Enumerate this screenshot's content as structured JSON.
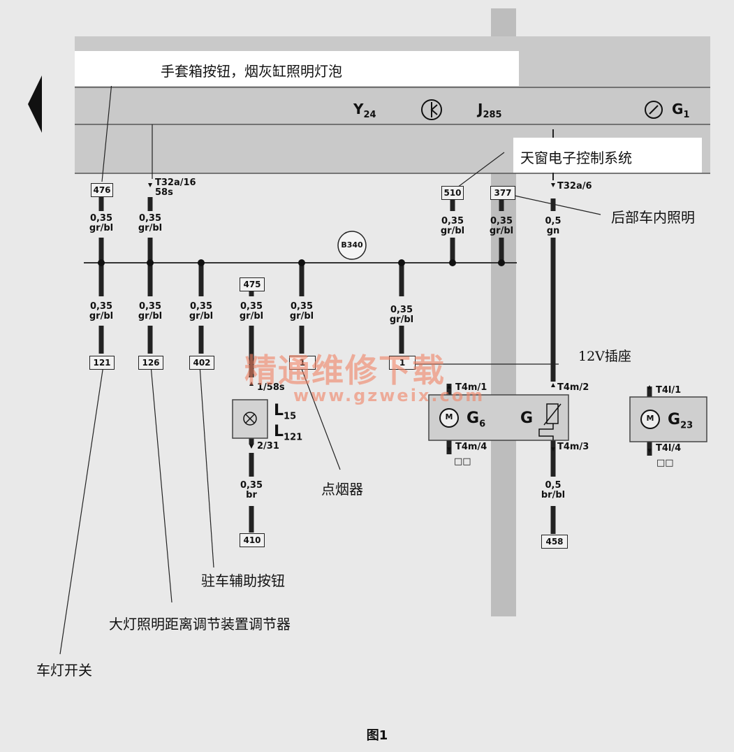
{
  "callouts": {
    "glovebox": "手套箱按钮，烟灰缸照明灯泡",
    "sunroof": "天窗电子控制系统",
    "rear_light": "后部车内照明",
    "socket": "12V插座",
    "cigar": "点烟器",
    "parking": "驻车辅助按钮",
    "headlamp": "大灯照明距离调节装置调节器",
    "light_switch": "车灯开关"
  },
  "bus": {
    "y24": "Y",
    "y24_sub": "24",
    "j285": "J",
    "j285_sub": "285",
    "g1": "G",
    "g1_sub": "1"
  },
  "wires": {
    "w476": "476",
    "w510": "510",
    "w377": "377",
    "w121": "121",
    "w126": "126",
    "w402": "402",
    "w475": "475",
    "w410": "410",
    "w458": "458",
    "w_hidden1": "1",
    "w_hidden2": "1",
    "gauge035": "0,35",
    "gauge05": "0,5",
    "col_grbl": "gr/bl",
    "col_gn": "gn",
    "col_br": "br",
    "col_brbl": "br/bl",
    "t32a16": "T32a/16",
    "s58": "58s",
    "t32a6": "T32a/6",
    "b340": "B340"
  },
  "components": {
    "l15": "L",
    "l15_sub": "15",
    "l121": "L",
    "l121_sub": "121",
    "g6": "G",
    "g6_sub": "6",
    "g": "G",
    "g23": "G",
    "g23_sub": "23",
    "motor": "M",
    "pin_1_58s": "1/58s",
    "pin_2_31": "2/31",
    "t4m1": "T4m/1",
    "t4m2": "T4m/2",
    "t4m4": "T4m/4",
    "t4m3": "T4m/3",
    "t4l1": "T4l/1",
    "t4l4": "T4l/4",
    "sq": "□□"
  },
  "watermark": {
    "main": "精通维修下载",
    "url": "www.gzweix.com"
  },
  "caption": "图1"
}
